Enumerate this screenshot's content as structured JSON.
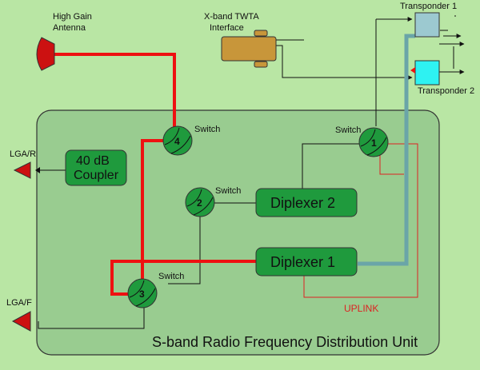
{
  "colors": {
    "background": "#b9e6a4",
    "unit_fill": "#99cc90",
    "component_fill": "#1f9a3d",
    "red_path": "#ee1111",
    "blue_path": "#6aa5a8",
    "uplink_text": "#dd2222",
    "antenna": "#cc1111",
    "twta": "#c8963a",
    "transponder_1": "#9cc9d0",
    "transponder_2": "#2ef2f2"
  },
  "labels": {
    "high_gain_antenna_line1": "High Gain",
    "high_gain_antenna_line2": "Antenna",
    "twta_line1": "X-band TWTA",
    "twta_line2": "Interface",
    "transponder_1": "Transponder 1",
    "transponder_2": "Transponder 2",
    "lga_r": "LGA/R",
    "lga_f": "LGA/F",
    "coupler_line1": "40 dB",
    "coupler_line2": "Coupler",
    "diplexer_1": "Diplexer 1",
    "diplexer_2": "Diplexer 2",
    "switch": "Switch",
    "uplink": "UPLINK",
    "unit_title": "S-band Radio Frequency Distribution Unit"
  },
  "switches": [
    {
      "number": "1"
    },
    {
      "number": "2"
    },
    {
      "number": "3"
    },
    {
      "number": "4"
    }
  ]
}
